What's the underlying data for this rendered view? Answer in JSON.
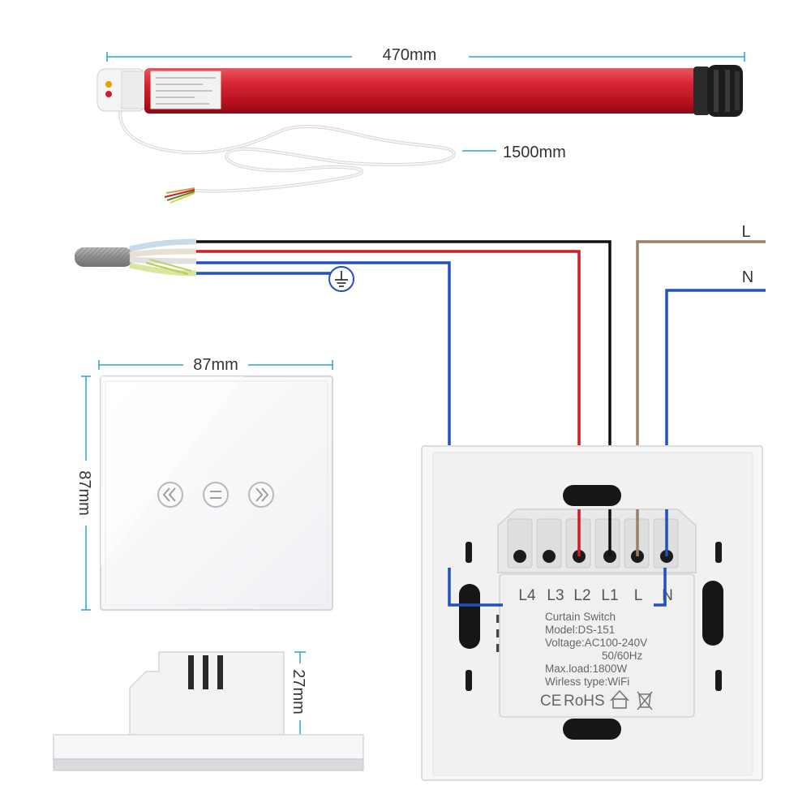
{
  "dimensions": {
    "motor_length": "470mm",
    "cable_length": "1500mm",
    "panel_width": "87mm",
    "panel_height": "87mm",
    "switch_depth": "27mm"
  },
  "supply_labels": {
    "live": "L",
    "neutral": "N"
  },
  "terminals": [
    "L4",
    "L3",
    "L2",
    "L1",
    "L",
    "N"
  ],
  "spec_label": {
    "lines": [
      "Curtain Switch",
      "Model:DS-151",
      "Voltage:AC100-240V",
      "50/60Hz",
      "Max.load:1800W",
      "Wirless type:WiFi"
    ],
    "marks": [
      "CE",
      "RoHS"
    ]
  },
  "touch_buttons": [
    "open-icon",
    "stop-icon",
    "close-icon"
  ],
  "colors": {
    "motor_tube": "#c8202e",
    "wire_black": "#111111",
    "wire_red": "#d01c24",
    "wire_blue": "#2250c0",
    "wire_brown": "#9a8068",
    "dimension_line": "#29a3d6"
  }
}
